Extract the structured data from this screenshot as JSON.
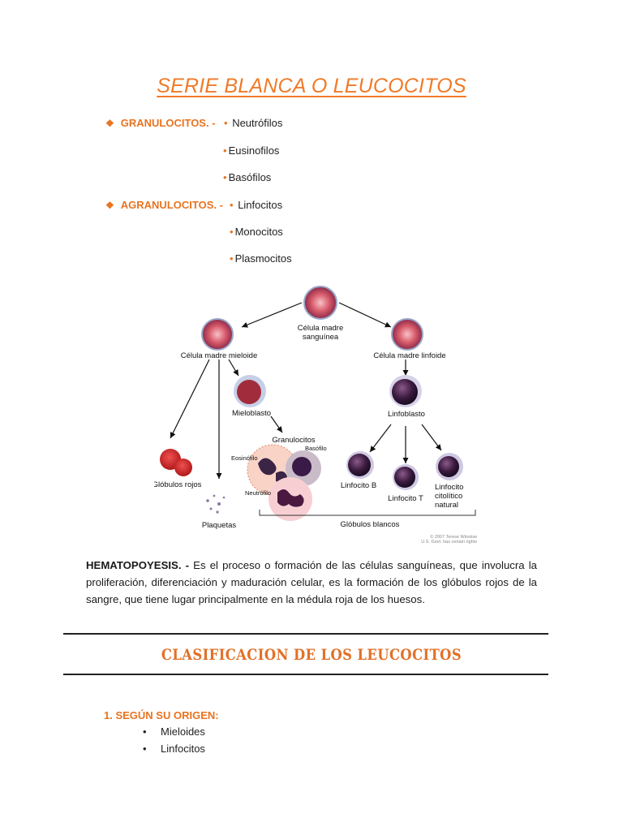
{
  "title": "SERIE BLANCA O LEUCOCITOS",
  "groups": [
    {
      "label": "GRANULOCITOS. -",
      "items": [
        "Neutrófilos",
        "Eusinofilos",
        "Basófilos"
      ]
    },
    {
      "label": "AGRANULOCITOS. -",
      "items": [
        "Linfocitos",
        "Monocitos",
        "Plasmocitos"
      ]
    }
  ],
  "diagram": {
    "stem": "Célula madre sanguínea",
    "stem_line1": "Célula madre",
    "stem_line2": "sanguínea",
    "myeloid": "Célula madre mieloide",
    "lymphoid": "Célula madre linfoide",
    "myeloblast": "Mieloblasto",
    "lymphoblast": "Linfoblasto",
    "granulocytes": "Granulocitos",
    "eosinophil": "Eosinófilo",
    "basophil": "Basófilo",
    "neutrophil": "Neutrófilo",
    "red_cells": "Glóbulos rojos",
    "platelets": "Plaquetas",
    "lymph_b": "Linfocito B",
    "lymph_t": "Linfocito T",
    "nk_line1": "Linfocito",
    "nk_line2": "citolítico",
    "nk_line3": "natural",
    "white_cells": "Glóbulos blancos",
    "copyright_line1": "© 2007 Terese Winslow",
    "copyright_line2": "U.S. Govt. has certain rights"
  },
  "paragraph": {
    "term": "HEMATOPOYESIS. -",
    "text": " Es el proceso o formación de las células sanguíneas, que involucra la proliferación, diferenciación y maduración celular, es la formación de los glóbulos rojos de la sangre, que tiene lugar principalmente en la médula roja de los huesos."
  },
  "section_title": "CLASIFICACION DE LOS LEUCOCITOS",
  "classification": {
    "heading": "1.   SEGÚN SU ORIGEN:",
    "items": [
      "Mieloides",
      "Linfocitos"
    ]
  },
  "colors": {
    "accent": "#e8731f",
    "title": "#f07a28"
  }
}
